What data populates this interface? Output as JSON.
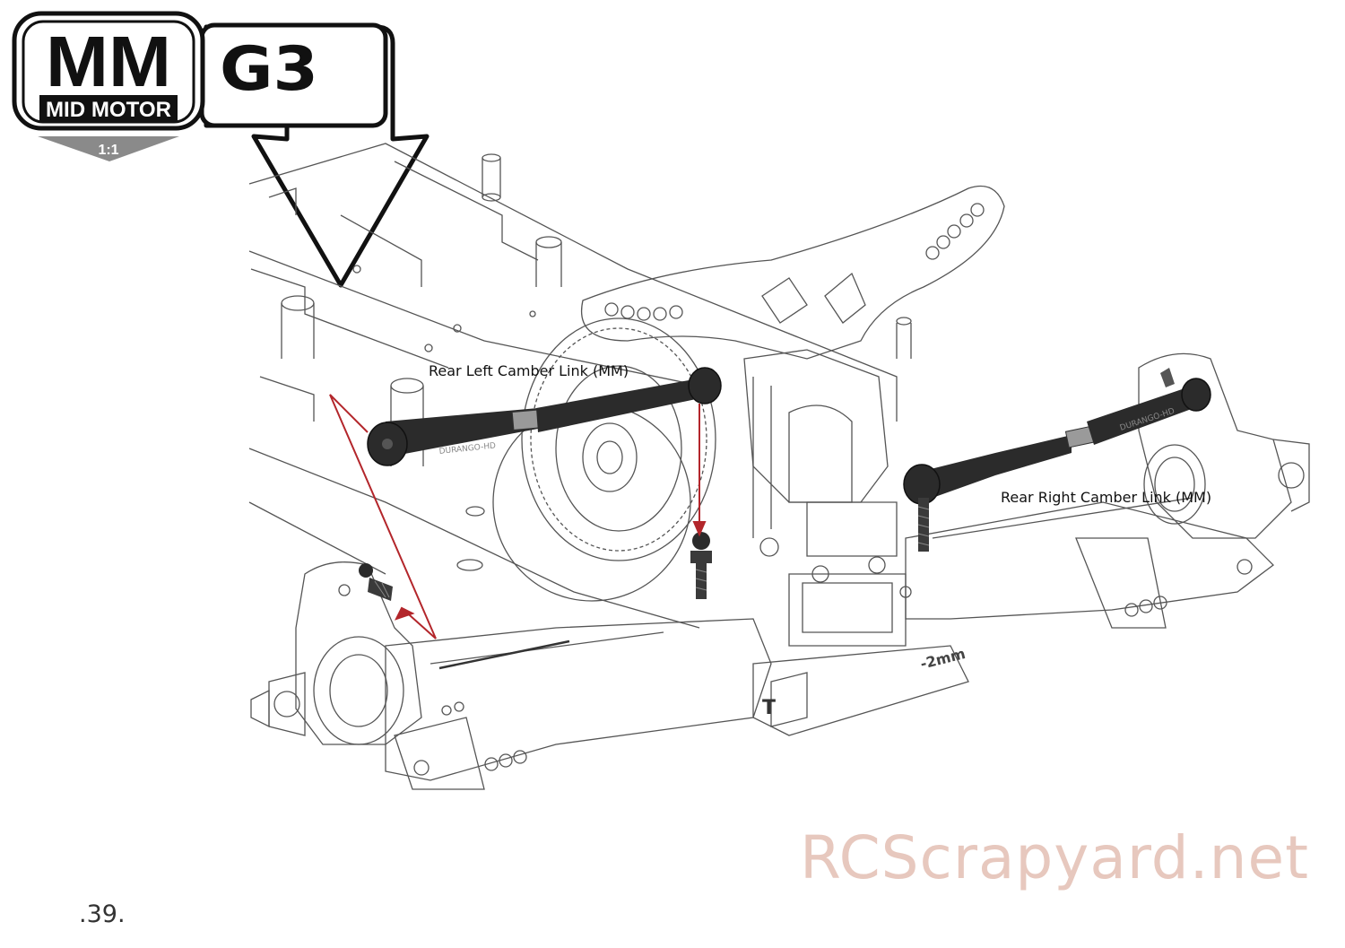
{
  "header": {
    "badge_main": "MM",
    "badge_sub": "MID MOTOR",
    "scale": "1:1",
    "model": "G3"
  },
  "callouts": {
    "left_link": "Rear Left Camber Link (MM)",
    "right_link": "Rear Right Camber Link (MM)"
  },
  "engravings": {
    "link_brand": "DURANGO-HD",
    "chassis_offset": "-2mm"
  },
  "footer": {
    "page_number": ".39.",
    "watermark": "RCScrapyard.net"
  },
  "colors": {
    "arrow_red": "#b3262b",
    "link_black": "#2b2b2b",
    "line_gray": "#555555"
  }
}
